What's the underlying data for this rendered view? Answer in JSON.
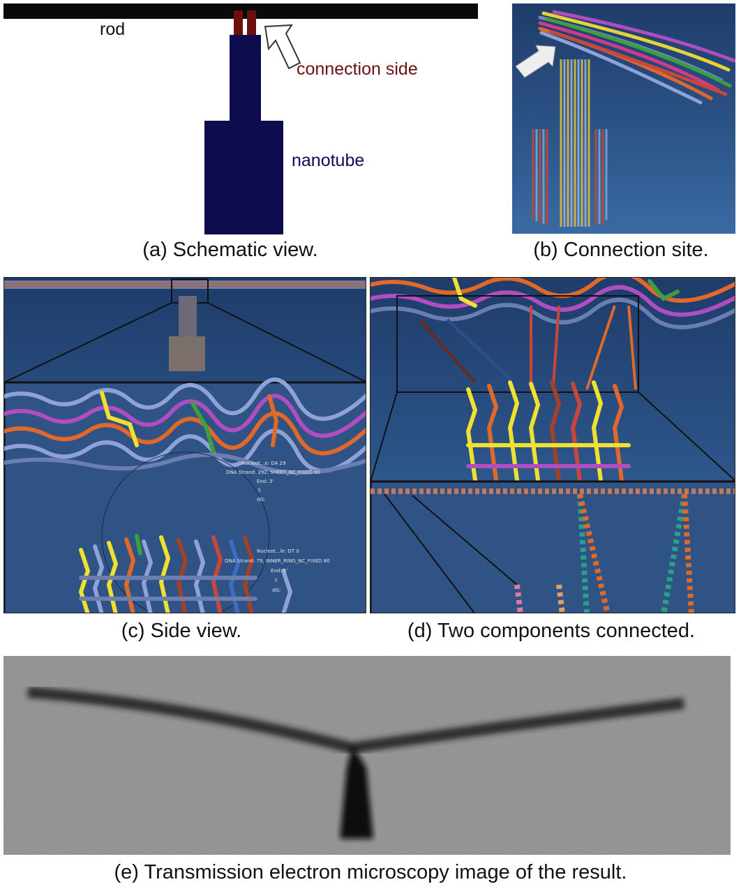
{
  "panel_a": {
    "rod_label": "rod",
    "connection_label": "connection side",
    "nanotube_label": "nanotube",
    "colors": {
      "rod": "#0a0a0a",
      "nanotube": "#0c0c4f",
      "connection": "#6b0f0f"
    }
  },
  "panel_c": {
    "tooltip_1": [
      "Nucleot...e: DA 29",
      "DNA Strand: 292, SHEET_NC_FIXED 80",
      "End: 3'",
      "f:",
      "dG:"
    ],
    "tooltip_2": [
      "Nucleot...le: DT 0",
      "DNA Strand: 79, INNER_RING_NC_FIXED 80",
      "End: 5'",
      "f:",
      "dG:"
    ]
  },
  "captions": {
    "a": "(a) Schematic view.",
    "b": "(b) Connection site.",
    "c": "(c) Side view.",
    "d": "(d) Two components connected.",
    "e": "(e) Transmission electron microscopy image of the result."
  }
}
